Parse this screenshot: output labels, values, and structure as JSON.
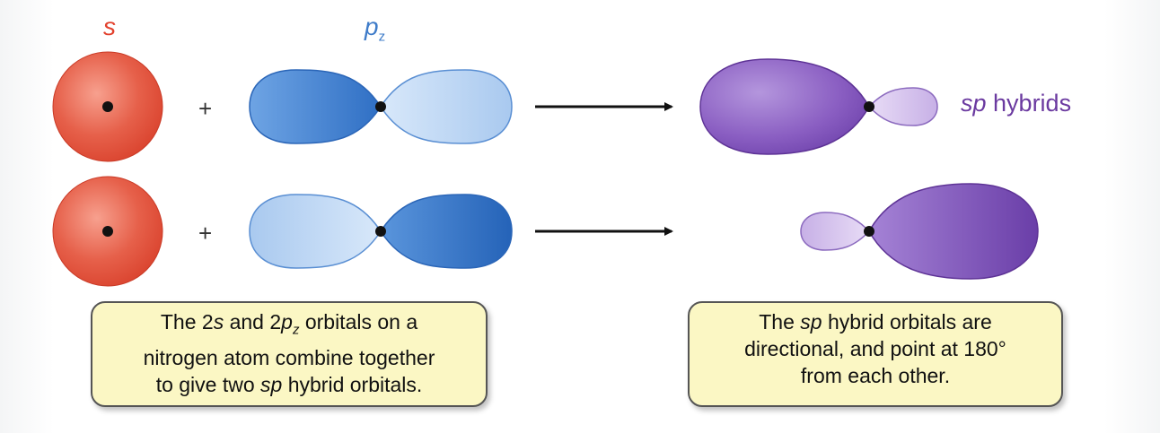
{
  "labels": {
    "s": "s",
    "p_base": "p",
    "p_sub": "z",
    "sp_italic": "sp",
    "sp_rest": " hybrids",
    "plus": "+"
  },
  "colors": {
    "s_orbital": "#e2533f",
    "p_orbital": "#3f7fd0",
    "sp_hybrid": "#7d4fb4",
    "note_bg": "#fbf7c4",
    "s_label": "#e2412d",
    "p_label": "#3f7cc9",
    "sp_label": "#6b3aa0"
  },
  "icons": {
    "arrow": "right-arrow-icon",
    "nucleus": "nucleus-dot-icon"
  },
  "notes": {
    "left": {
      "l1_a": "The 2",
      "l1_b": "s",
      "l1_c": " and 2",
      "l1_d": "p",
      "l1_e": "z",
      "l1_f": " orbitals on a",
      "l2": "nitrogen atom combine together",
      "l3_a": "to give two ",
      "l3_b": "sp",
      "l3_c": " hybrid orbitals."
    },
    "right": {
      "l1_a": "The ",
      "l1_b": "sp",
      "l1_c": " hybrid orbitals are",
      "l2": "directional, and point at 180°",
      "l3": "from each other."
    }
  }
}
